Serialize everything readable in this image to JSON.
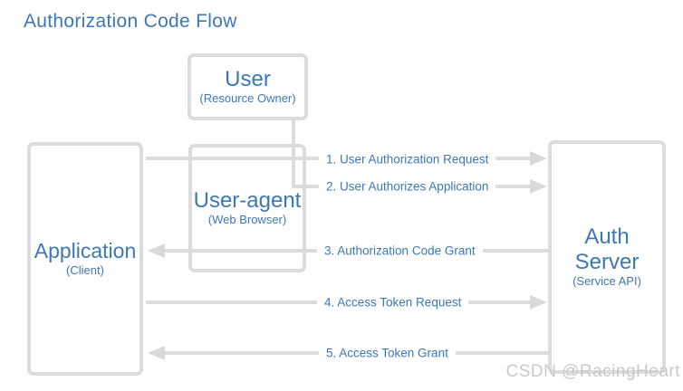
{
  "title": "Authorization Code Flow",
  "colors": {
    "accent_blue": "#3d78b5",
    "line_gray": "#dcdcdc",
    "watermark_gray": "#c9c9c9",
    "background": "#ffffff"
  },
  "nodes": [
    {
      "id": "user",
      "label": "User",
      "sublabel": "(Resource Owner)"
    },
    {
      "id": "user-agent",
      "label": "User-agent",
      "sublabel": "(Web Browser)"
    },
    {
      "id": "application",
      "label": "Application",
      "sublabel": "(Client)"
    },
    {
      "id": "auth-server",
      "label": "Auth Server",
      "sublabel": "(Service API)"
    }
  ],
  "flows": [
    {
      "step": 1,
      "label": "1. User Authorization Request",
      "from": "application",
      "to": "auth-server",
      "direction": "right"
    },
    {
      "step": 2,
      "label": "2. User Authorizes Application",
      "from": "user",
      "to": "auth-server",
      "direction": "right"
    },
    {
      "step": 3,
      "label": "3. Authorization Code Grant",
      "from": "auth-server",
      "to": "application",
      "direction": "left"
    },
    {
      "step": 4,
      "label": "4. Access Token Request",
      "from": "application",
      "to": "auth-server",
      "direction": "right"
    },
    {
      "step": 5,
      "label": "5. Access Token Grant",
      "from": "auth-server",
      "to": "application",
      "direction": "left"
    }
  ],
  "watermark": "CSDN @RacingHeart"
}
